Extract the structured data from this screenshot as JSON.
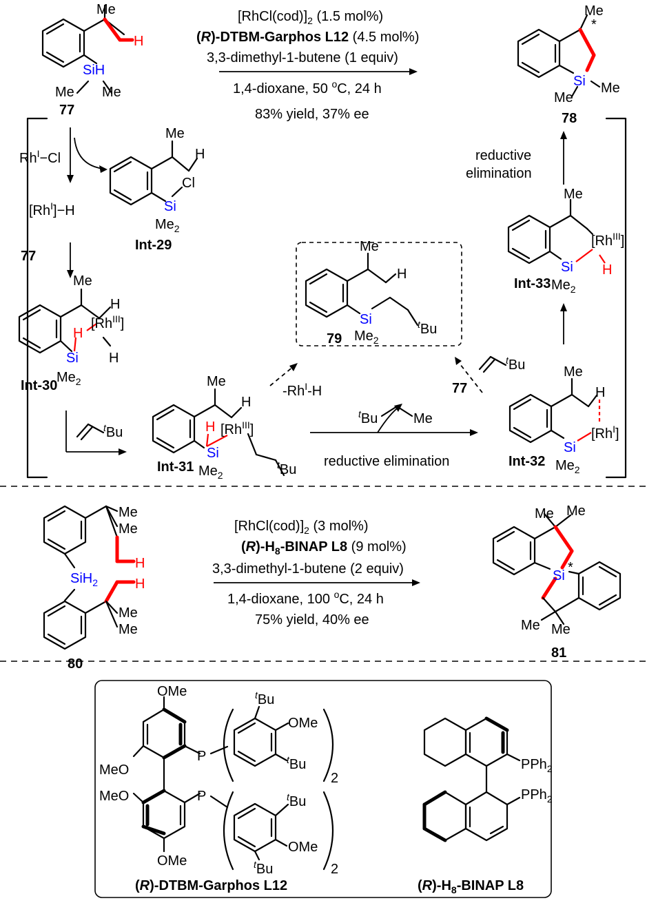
{
  "top_reaction": {
    "reagents": [
      "[RhCl(cod)]",
      "2",
      " (1.5 mol%)"
    ],
    "ligand_bold": "(R)-DTBM-Garphos L12",
    "ligand_loading": " (4.5 mol%)",
    "additive": "3,3-dimethyl-1-butene (1 equiv)",
    "conditions": "1,4-dioxane, 50 °C, 24 h",
    "result": "83% yield, 37% ee"
  },
  "bottom_reaction": {
    "reagents": "[RhCl(cod)]",
    "reagents_sub": "2",
    "reagents_loading": " (3 mol%)",
    "ligand_bold": "(R)-H8-BINAP L8",
    "ligand_loading": " (9 mol%)",
    "additive": "3,3-dimethyl-1-butene (2 equiv)",
    "conditions": "1,4-dioxane, 100 °C, 24 h",
    "result": "75% yield, 40% ee"
  },
  "compounds": {
    "c77": "77",
    "c78": "78",
    "c79": "79",
    "c80": "80",
    "c81": "81",
    "int29": "Int-29",
    "int30": "Int-30",
    "int31": "Int-31",
    "int32": "Int-32",
    "int33": "Int-33"
  },
  "cycle_labels": {
    "rh_cl": "Rh",
    "rh_h": "[Rh",
    "reductive_elimination_1": "reductive",
    "reductive_elimination_2": "elimination",
    "reductive_elimination_bottom": "reductive elimination",
    "minus_rh_h": "-Rh",
    "tbu_me": "Bu",
    "seventy_seven_arrow": "77"
  },
  "atoms": {
    "me": "Me",
    "h": "H",
    "si": "Si",
    "sih": "SiH",
    "cl": "Cl",
    "ome": "OMe",
    "meo": "MeO",
    "p": "P",
    "pph2": "PPh",
    "tbu": "Bu"
  },
  "ligands": {
    "garphos": "(R)-DTBM-Garphos L12",
    "binap": "(R)-H8-BINAP L8"
  }
}
